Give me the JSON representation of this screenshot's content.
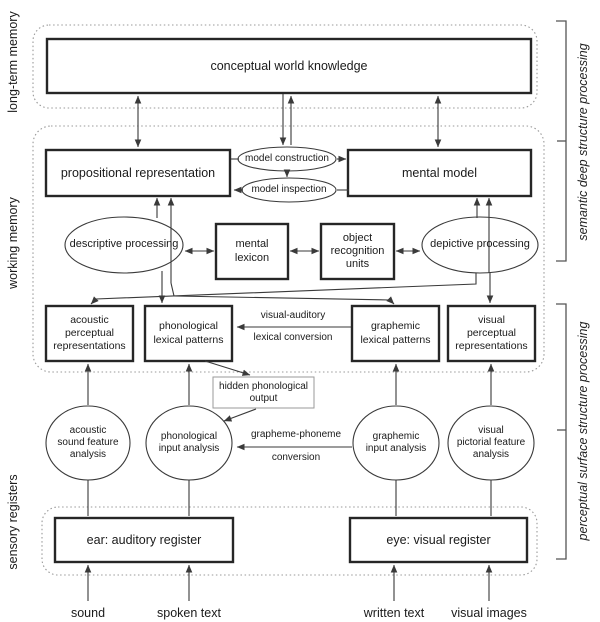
{
  "regions": {
    "long_term_memory": {
      "label": "long-term memory"
    },
    "working_memory": {
      "label": "working memory"
    },
    "sensory_registers": {
      "label": "sensory registers"
    },
    "semantic_deep": {
      "label": "semantic deep structure processing"
    },
    "perceptual_surface": {
      "label": "perceptual surface structure processing"
    }
  },
  "boxes": {
    "conceptual_world_knowledge": "conceptual world knowledge",
    "propositional_representation": "propositional representation",
    "mental_model": "mental model",
    "mental_lexicon": "mental\nlexicon",
    "object_recognition_units": "object\nrecognition\nunits",
    "acoustic_perceptual_representations": "acoustic\nperceptual\nrepresentations",
    "phonological_lexical_patterns": "phonological\nlexical patterns",
    "graphemic_lexical_patterns": "graphemic\nlexical patterns",
    "visual_perceptual_representations": "visual\nperceptual\nrepresentations",
    "hidden_phonological_output": "hidden phonological\noutput",
    "ear_auditory_register": "ear: auditory register",
    "eye_visual_register": "eye: visual register"
  },
  "ellipses": {
    "model_construction": "model construction",
    "model_inspection": "model inspection",
    "descriptive_processing": "descriptive processing",
    "depictive_processing": "depictive processing",
    "acoustic_sound_feature_analysis": "acoustic\nsound feature\nanalysis",
    "phonological_input_analysis": "phonological\ninput analysis",
    "graphemic_input_analysis": "graphemic\ninput analysis",
    "visual_pictorial_feature_analysis": "visual\npictorial feature\nanalysis"
  },
  "conversions": {
    "visual_auditory": {
      "line1": "visual-auditory",
      "line2": "lexical conversion"
    },
    "grapheme_phoneme": {
      "line1": "grapheme-phoneme",
      "line2": "conversion"
    }
  },
  "inputs": {
    "sound": "sound",
    "spoken_text": "spoken text",
    "written_text": "written text",
    "visual_images": "visual images"
  },
  "colors": {
    "line": "#3a3a3a",
    "box_border": "#262626",
    "dotted_border": "#999999",
    "text": "#1a1a1a"
  }
}
